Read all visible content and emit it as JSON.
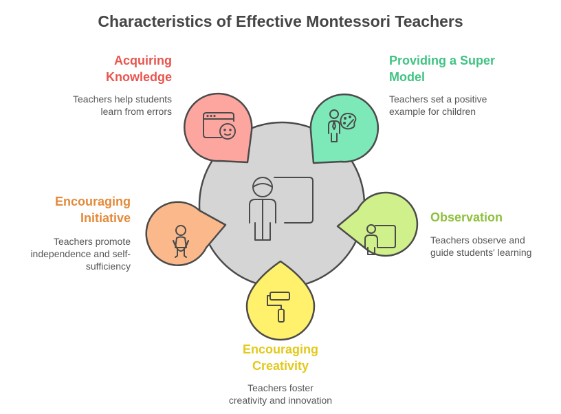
{
  "title": "Characteristics of Effective Montessori Teachers",
  "colors": {
    "hub": "#d5d5d5",
    "outline": "#4a4a4a",
    "acquiring": "#e8554e",
    "super_model": "#3fc482",
    "initiative": "#e48a3a",
    "observation": "#8ec03e",
    "creativity": "#e3c91b"
  },
  "center": {
    "icon": "teacher-at-board-icon"
  },
  "items": {
    "acquiring": {
      "heading": "Acquiring\nKnowledge",
      "description": "Teachers help students\nlearn from errors",
      "icon": "browser-with-child-face-icon"
    },
    "super_model": {
      "heading": "Providing a Super\nModel",
      "description": "Teachers set a positive\nexample for children",
      "icon": "teacher-with-palette-icon"
    },
    "initiative": {
      "heading": "Encouraging\nInitiative",
      "description": "Teachers promote\nindependence and self-\nsufficiency",
      "icon": "child-jumping-icon"
    },
    "observation": {
      "heading": "Observation",
      "description": "Teachers observe and\nguide students' learning",
      "icon": "teacher-at-board-icon"
    },
    "creativity": {
      "heading": "Encouraging\nCreativity",
      "description": "Teachers foster\ncreativity and innovation",
      "icon": "paint-roller-icon"
    }
  }
}
